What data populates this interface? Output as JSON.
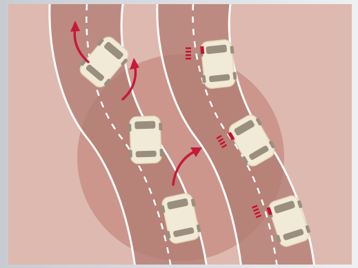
{
  "colors": {
    "backdrop_left": "#c8ccd2",
    "backdrop_right": "#eef0f2",
    "panel": "#deb9b0",
    "circle": "#cc968c",
    "road": "#bd8a81",
    "road_in_circle": "#b78278",
    "road_edge": "#ffffff",
    "lane_dash": "#ffffff",
    "car_body": "#f1ead6",
    "car_outline": "#e2d6b8",
    "car_window": "#9a8f7e",
    "arrow": "#c51a3a",
    "brake_light": "#c8102e"
  },
  "scene": {
    "roads": [
      {
        "name": "left-road",
        "lanes": 2
      },
      {
        "name": "right-road",
        "lanes": 2
      }
    ],
    "cars": [
      {
        "name": "car-turning-left",
        "road": "left-road",
        "state": "changing lane"
      },
      {
        "name": "car-center",
        "road": "left-road",
        "state": "straight"
      },
      {
        "name": "car-bottom-left",
        "road": "left-road",
        "state": "straight"
      },
      {
        "name": "car-top-right",
        "road": "right-road",
        "state": "braking"
      },
      {
        "name": "car-middle-right",
        "road": "right-road",
        "state": "braking"
      },
      {
        "name": "car-bottom-right",
        "road": "right-road",
        "state": "braking"
      }
    ],
    "arrows": [
      {
        "name": "lane-change-arrow-top-left",
        "icon": "curved-arrow-up-left"
      },
      {
        "name": "lane-change-arrow-top-right",
        "icon": "curved-arrow-up-right"
      },
      {
        "name": "lane-change-arrow-bottom",
        "icon": "curved-arrow-up-right"
      }
    ],
    "brake_indicators": [
      {
        "name": "brake-lines-top",
        "icon": "dashed-brake-lines"
      },
      {
        "name": "brake-lines-middle",
        "icon": "dashed-brake-lines"
      },
      {
        "name": "brake-lines-bottom",
        "icon": "dashed-brake-lines"
      }
    ]
  }
}
